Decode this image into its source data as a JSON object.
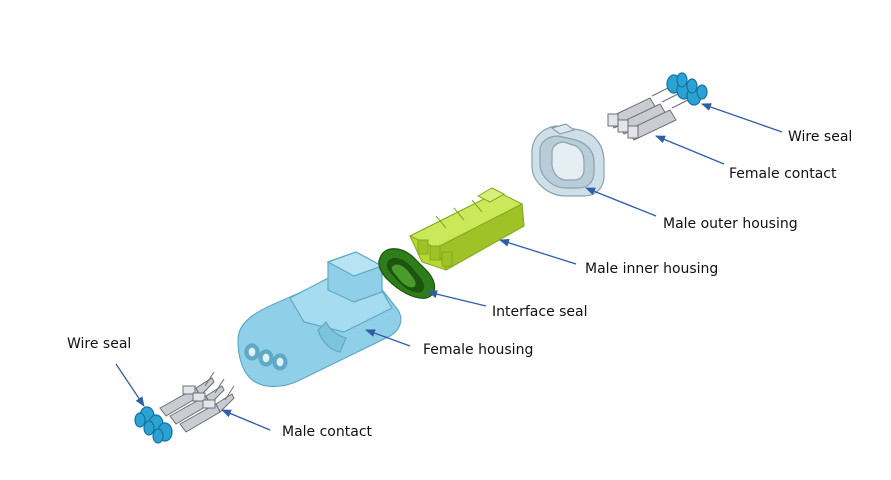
{
  "labels": {
    "wire_seal_top": "Wire seal",
    "female_contact": "Female contact",
    "male_outer_housing": "Male outer housing",
    "male_inner_housing": "Male inner housing",
    "interface_seal": "Interface seal",
    "female_housing": "Female housing",
    "wire_seal_bottom": "Wire seal",
    "male_contact": "Male contact"
  },
  "colors": {
    "female_housing": "#8fd0e8",
    "female_housing_dark": "#5fa9c6",
    "male_inner_housing": "#b5d932",
    "male_inner_housing_dark": "#86a81e",
    "interface_seal": "#2f7d1a",
    "interface_seal_dark": "#1d5510",
    "male_outer_housing": "#cfdfe8",
    "male_outer_housing_dark": "#8aa2b0",
    "wire_seal": "#2aa3d4",
    "wire_seal_dark": "#1673a0",
    "contact_metal": "#c9ccd1",
    "contact_dark": "#6b7078",
    "arrow": "#2f5da8"
  }
}
